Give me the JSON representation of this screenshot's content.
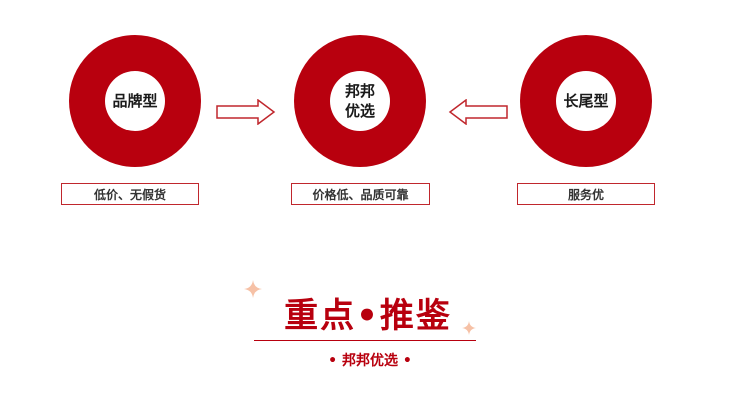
{
  "rings": [
    {
      "label": "品牌型",
      "caption": "低价、无假货"
    },
    {
      "label": "邦邦\n优选",
      "caption": "价格低、品质可靠"
    },
    {
      "label": "长尾型",
      "caption": "服务优"
    }
  ],
  "section": {
    "title": "重点•推鉴",
    "subtitle": "• 邦邦优选 •"
  },
  "colors": {
    "accent": "#b8000e",
    "caption_border": "#c0272d",
    "sparkle": "#f6c1a6"
  },
  "icons": [
    "arrow-right-icon",
    "arrow-left-icon",
    "sparkle-icon"
  ]
}
